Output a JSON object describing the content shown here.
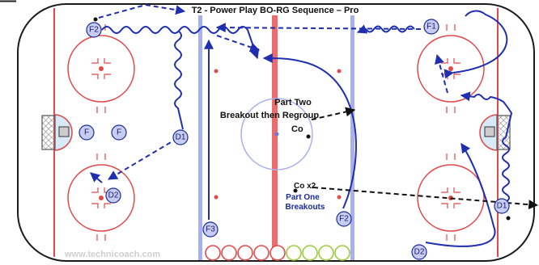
{
  "diagram": {
    "title": "T2 - Power Play BO-RG Sequence – Pro",
    "part_two_line1": "Part Two",
    "part_two_line2": "Breakout then Regroup",
    "part_one_line1": "Part One",
    "part_one_line2": "Breakouts",
    "coach_label_center": "Co",
    "coach_label_bottom": "Co x2",
    "watermark": "www.technicoach.com",
    "players": {
      "f2_top": "F2",
      "f1": "F1",
      "f_left_a": "F",
      "f_left_b": "F",
      "d1_left": "D1",
      "d2_left": "D2",
      "f3": "F3",
      "f2_bottom": "F2",
      "d1_right": "D1",
      "d2_right": "D2"
    },
    "pucks_red_count": 5,
    "pucks_green_count": 4,
    "colors": {
      "player_fill": "#c7cdf0",
      "player_stroke": "#1a2a9a",
      "path_blue": "#1f2fb0",
      "pass_black": "#111111",
      "rink_red": "#e04a4a",
      "blue_line": "#9aa3e8",
      "ice": "#ffffff",
      "crease": "#d6eaf8",
      "puck_red": "#e24a4a",
      "puck_green": "#9ccc3a"
    }
  }
}
